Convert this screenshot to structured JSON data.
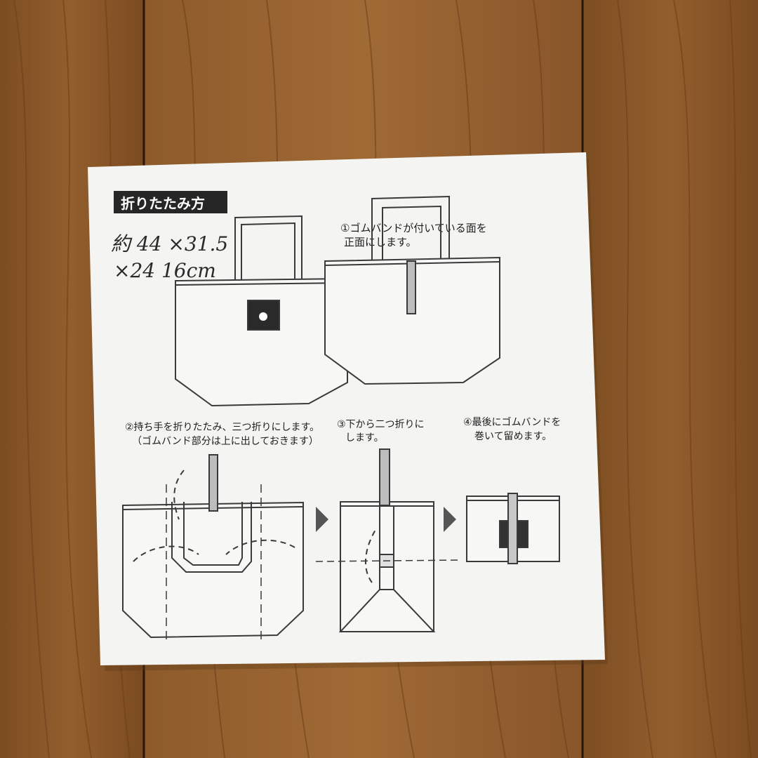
{
  "photo": {
    "subject": "folding instruction card for a tote bag on a wooden floor",
    "background_color": "#8a5a2b",
    "card_color": "#f4f4f2"
  },
  "card": {
    "title": "折りたたみ方",
    "handwritten_note_line1": "約 44 ×31.5",
    "handwritten_note_line2": "×24 16cm",
    "step1_line1": "①ゴムバンドが付いている面を",
    "step1_line2": "正面にします。",
    "step2_line1": "②持ち手を折りたたみ、三つ折りにします。",
    "step2_line2": "（ゴムバンド部分は上に出しておきます）",
    "step3_line1": "③下から二つ折りに",
    "step3_line2": "します。",
    "step4_line1": "④最後にゴムバンドを",
    "step4_line2": "巻いて留めます。"
  }
}
